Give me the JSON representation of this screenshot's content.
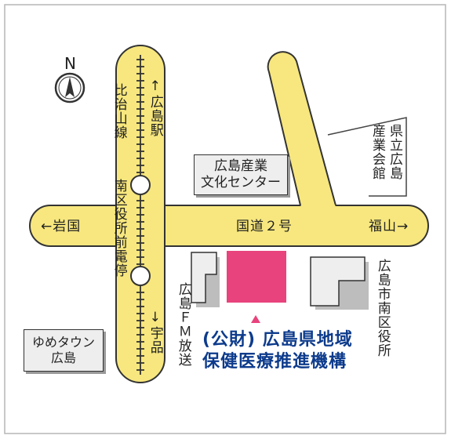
{
  "compass": {
    "letter": "N"
  },
  "roads": {
    "national_route": "国道２号",
    "to_west": "←岩国",
    "to_east": "福山→"
  },
  "railway": {
    "line_name": "比治山線",
    "north": "↑広島駅",
    "south": "↓宇品",
    "stop": "南区役所前電停"
  },
  "buildings": {
    "culture_center": [
      "広島産業",
      "文化センター"
    ],
    "prefectural_hall": "県立広島産業会館",
    "fm_station": "広島ＦＭ放送",
    "ward_office": "広島市南区役所",
    "mall": [
      "ゆめタウン",
      "広島"
    ]
  },
  "destination": {
    "line1": "(公財) 広島県地域",
    "line2": "保健医療推進機構",
    "color": "#e8437c"
  },
  "colors": {
    "road": "#f7e77e",
    "road_outline": "#333333",
    "text_blue": "#0d3b8c"
  }
}
